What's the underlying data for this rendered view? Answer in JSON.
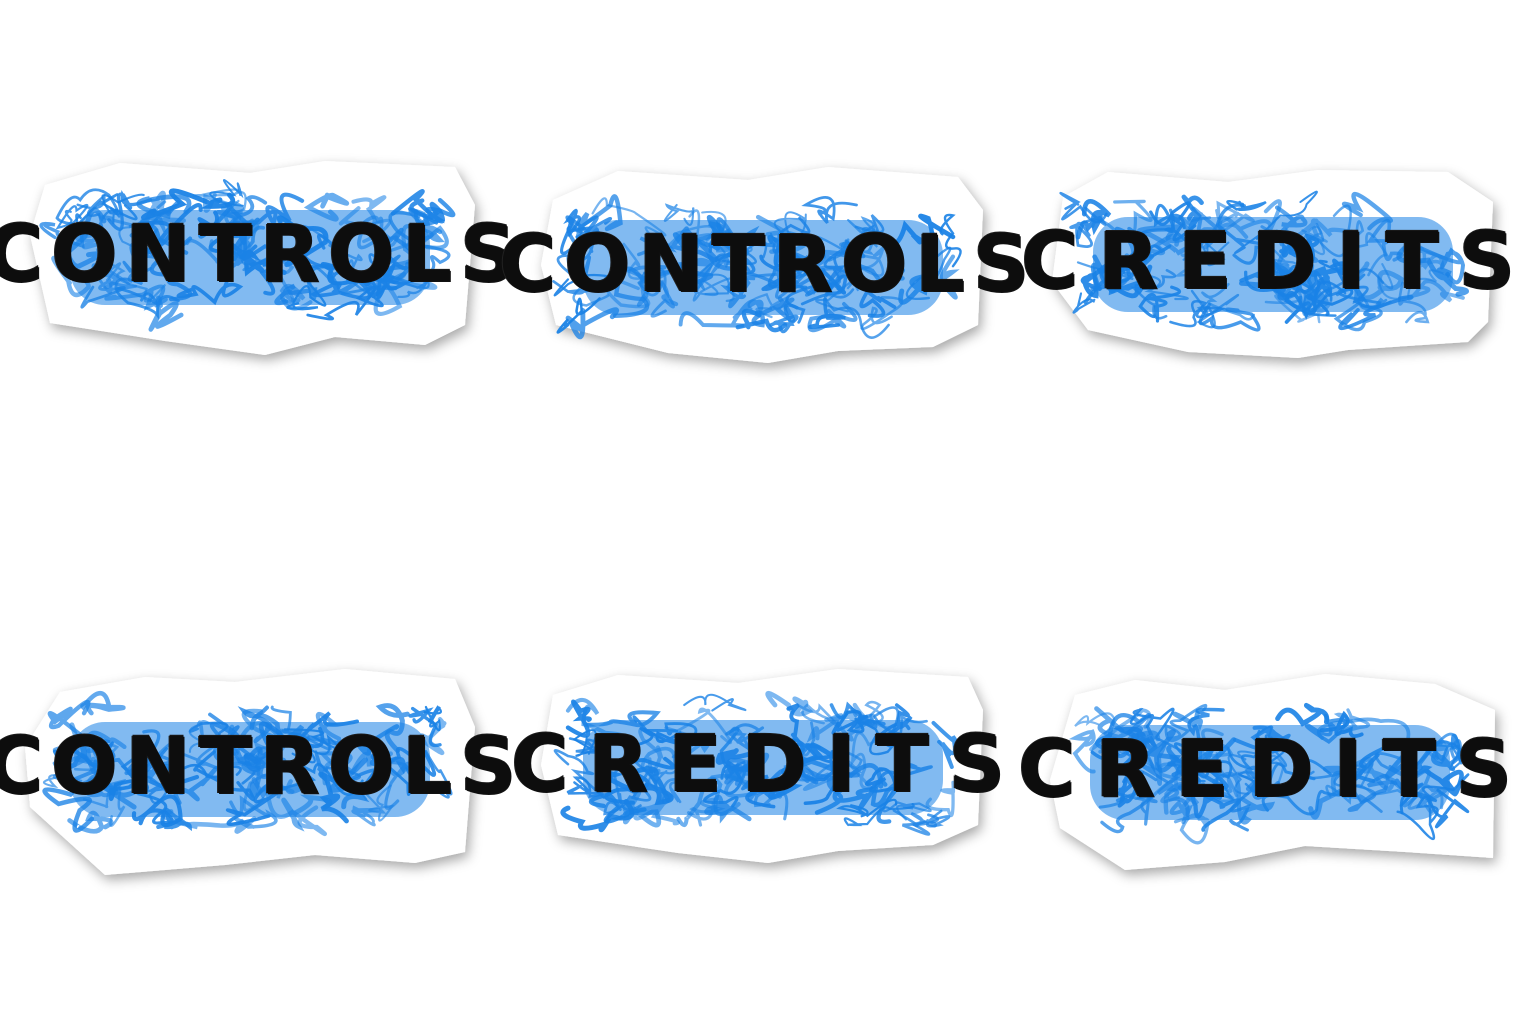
{
  "buttons": [
    {
      "label": "CONTROLS",
      "variant": "controls"
    },
    {
      "label": "CONTROLS",
      "variant": "controls"
    },
    {
      "label": "CREDITS",
      "variant": "credits"
    },
    {
      "label": "CONTROLS",
      "variant": "controls"
    },
    {
      "label": "CREDITS",
      "variant": "credits"
    },
    {
      "label": "CREDITS",
      "variant": "credits"
    }
  ],
  "colors": {
    "background": "#ffffff",
    "paper": "#ffffff",
    "scribble": "#1a82e6",
    "text": "#0d0d0d"
  }
}
